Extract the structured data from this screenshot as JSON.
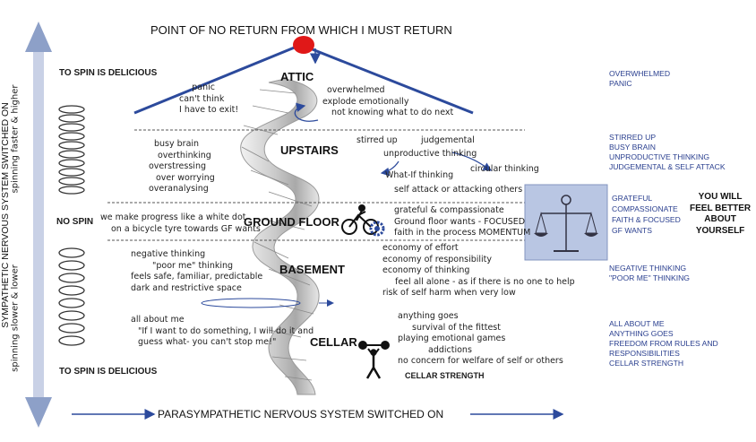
{
  "title": "POINT OF NO RETURN FROM WHICH I MUST RETURN",
  "bottom_label": "PARASYMPATHETIC NERVOUS SYSTEM SWITCHED ON",
  "left_axis": {
    "sympathetic": "SYMPATHETIC NERVOUS SYSTEM SWITCHED ON",
    "faster": "spinning faster & higher",
    "slower": "spinning slower & lower"
  },
  "left_labels": {
    "spin_top": "TO SPIN IS DELICIOUS",
    "no_spin": "NO SPIN",
    "spin_bottom": "TO SPIN IS DELICIOUS"
  },
  "floors": {
    "attic": "ATTIC",
    "upstairs": "UPSTAIRS",
    "ground": "GROUND FLOOR",
    "basement": "BASEMENT",
    "cellar": "CELLAR"
  },
  "attic_left": [
    "panic",
    "can't think",
    "I have to exit!"
  ],
  "attic_right": [
    "overwhelmed",
    "explode emotionally",
    "not knowing  what to do next"
  ],
  "upstairs_left": [
    "busy brain",
    "overthinking",
    "overstressing",
    "over worrying",
    "overanalysing"
  ],
  "upstairs_right": {
    "stirred": "stirred up",
    "judgemental": "judgemental",
    "unproductive": "unproductive thinking",
    "circular": "circular thinking",
    "what_if": "What-If thinking",
    "self_attack": "self attack or attacking others"
  },
  "ground_left": [
    "we make progress like a white dot",
    "on a bicycle tyre towards GF wants"
  ],
  "ground_right": [
    "grateful & compassionate",
    "Ground floor wants - FOCUSED",
    "faith in the process MOMENTUM"
  ],
  "basement_left": [
    "negative thinking",
    "\"poor me\" thinking",
    "feels safe, familiar, predictable",
    "dark and restrictive space"
  ],
  "basement_right": [
    "economy of effort",
    "economy of responsibility",
    "economy of thinking",
    "feel all alone - as if there is no one to help",
    "risk of self harm when very low"
  ],
  "cellar_left": [
    "all about me",
    "\"If I want to do something, I will do it and",
    "guess what-  you can't stop me!\""
  ],
  "cellar_right": [
    "anything goes",
    "survival of the fittest",
    "playing emotional games",
    "addictions",
    "no concern for welfare of self or others"
  ],
  "cellar_strength": "CELLAR STRENGTH",
  "right_column": {
    "attic": [
      "OVERWHELMED",
      "PANIC"
    ],
    "upstairs": [
      "STIRRED UP",
      "BUSY BRAIN",
      "UNPRODUCTIVE THINKING",
      "JUDGEMENTAL & SELF ATTACK"
    ],
    "ground": [
      "GRATEFUL",
      "COMPASSIONATE",
      "FAITH  & FOCUSED",
      "GF WANTS"
    ],
    "feel_better": [
      "YOU WILL",
      "FEEL BETTER",
      "ABOUT",
      "YOURSELF"
    ],
    "basement": [
      "NEGATIVE THINKING",
      "\"POOR ME\" THINKING"
    ],
    "cellar": [
      "ALL ABOUT ME",
      "ANYTHING GOES",
      "FREEDOM FROM RULES AND",
      "RESPONSIBILITIES",
      "CELLAR STRENGTH"
    ]
  },
  "colors": {
    "accent_blue": "#2c4a9c",
    "roof_red": "#e01818",
    "text_navy": "#2a3f8f",
    "scale_bg": "#b9c6e3"
  }
}
